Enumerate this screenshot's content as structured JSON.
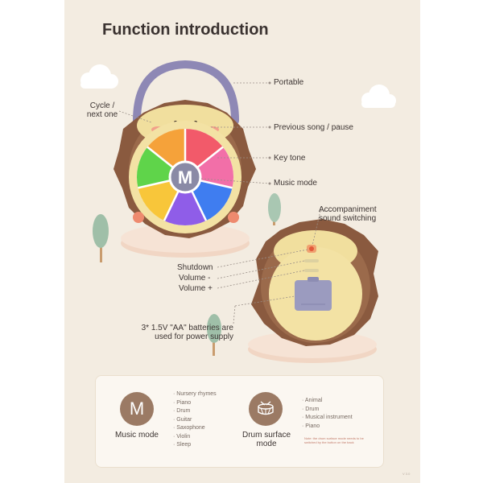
{
  "title": "Function introduction",
  "callouts": {
    "portable": "Portable",
    "cycle": "Cycle /\nnext one",
    "previous": "Previous song / pause",
    "key_tone": "Key tone",
    "music_mode": "Music mode",
    "accompaniment": "Accompaniment\nsound switching",
    "shutdown": "Shutdown",
    "volume_minus": "Volume -",
    "volume_plus": "Volume +",
    "batteries": "3* 1.5V \"AA\" batteries are\nused for power supply"
  },
  "device": {
    "center_letter": "M"
  },
  "modes": {
    "music": {
      "icon_letter": "M",
      "label": "Music mode",
      "items": [
        "Nursery rhymes",
        "Piano",
        "Drum",
        "Guitar",
        "Saxophone",
        "Violin",
        "Sleep"
      ]
    },
    "drum": {
      "label": "Drum surface\nmode",
      "items": [
        "Animal",
        "Drum",
        "Musical instrument",
        "Piano"
      ],
      "note": "Note: the drum surface mode needs to be switched by the button on the back"
    }
  },
  "version": "V 3.0",
  "colors": {
    "panel": "#f3ece1",
    "fur": "#8a5a3f",
    "face": "#f1df9e",
    "handle": "#8e88b5",
    "mode_circle": "#9b7a64"
  }
}
